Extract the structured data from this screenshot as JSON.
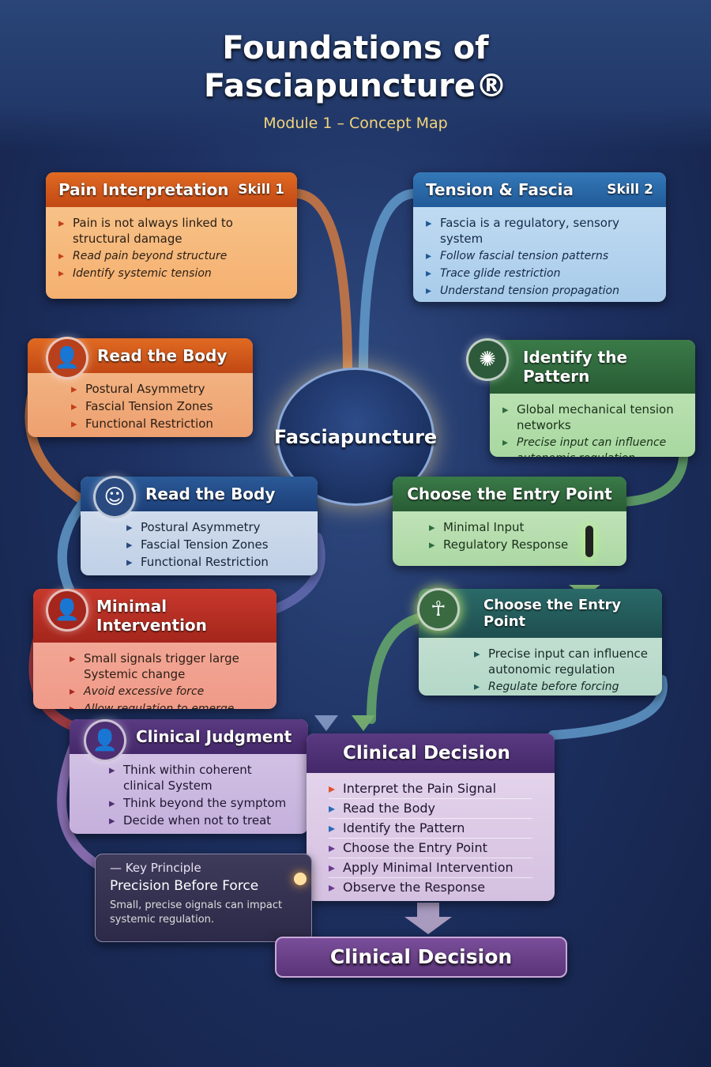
{
  "title_line1": "Foundations of",
  "title_line2": "Fasciapuncture®",
  "subtitle": "Module 1 – Concept Map",
  "center": "Fasciapuncture",
  "pain": {
    "title": "Pain Interpretation",
    "skill": "Skill 1",
    "main": "Pain is not always linked to structural damage",
    "items": [
      "Read pain beyond structure",
      "Identify systemic tension"
    ]
  },
  "tension": {
    "title": "Tension & Fascia",
    "skill": "Skill 2",
    "main": "Fascia is a regulatory, sensory system",
    "items": [
      "Follow fascial tension patterns",
      "Trace glide restriction",
      "Understand tension propagation"
    ]
  },
  "read1": {
    "title": "Read the Body",
    "items": [
      "Postural Asymmetry",
      "Fascial Tension Zones",
      "Functional Restriction"
    ]
  },
  "pattern": {
    "title": "Identify the Pattern",
    "items": [
      "Global mechanical tension networks",
      "Precise input can influence autonomic regulation"
    ]
  },
  "read2": {
    "title": "Read the Body",
    "items": [
      "Postural Asymmetry",
      "Fascial Tension Zones",
      "Functional Restriction"
    ]
  },
  "entry1": {
    "title": "Choose the Entry Point",
    "items": [
      "Minimal Input",
      "Regulatory Response"
    ]
  },
  "minimal": {
    "title": "Minimal Intervention",
    "items": [
      "Small signals trigger large Systemic change",
      "Avoid excessive force",
      "Allow regulation to emerge"
    ]
  },
  "entry2": {
    "title": "Choose the Entry Point",
    "items": [
      "Precise input can influence autonomic regulation",
      "Regulate before forcing"
    ]
  },
  "judgment": {
    "title": "Clinical Judgment",
    "items": [
      "Think within coherent clinical System",
      "Think beyond the symptom",
      "Decide when not to treat"
    ]
  },
  "decision": {
    "title": "Clinical Decision",
    "items": [
      "Interpret the Pain Signal",
      "Read the Body",
      "Identify the Pattern",
      "Choose the Entry Point",
      "Apply Minimal Intervention",
      "Observe the Response"
    ]
  },
  "principle": {
    "label": "Key Principle",
    "title": "Precision Before Force",
    "text": "Small, precise oignals can impact systemic regulation."
  },
  "final": "Clinical Decision",
  "colors": {
    "orange": "#d9581c",
    "blue": "#2a6aa8",
    "green": "#2e6b3e",
    "red": "#b8322a",
    "purple": "#4e2e72",
    "teal": "#245a5a"
  }
}
